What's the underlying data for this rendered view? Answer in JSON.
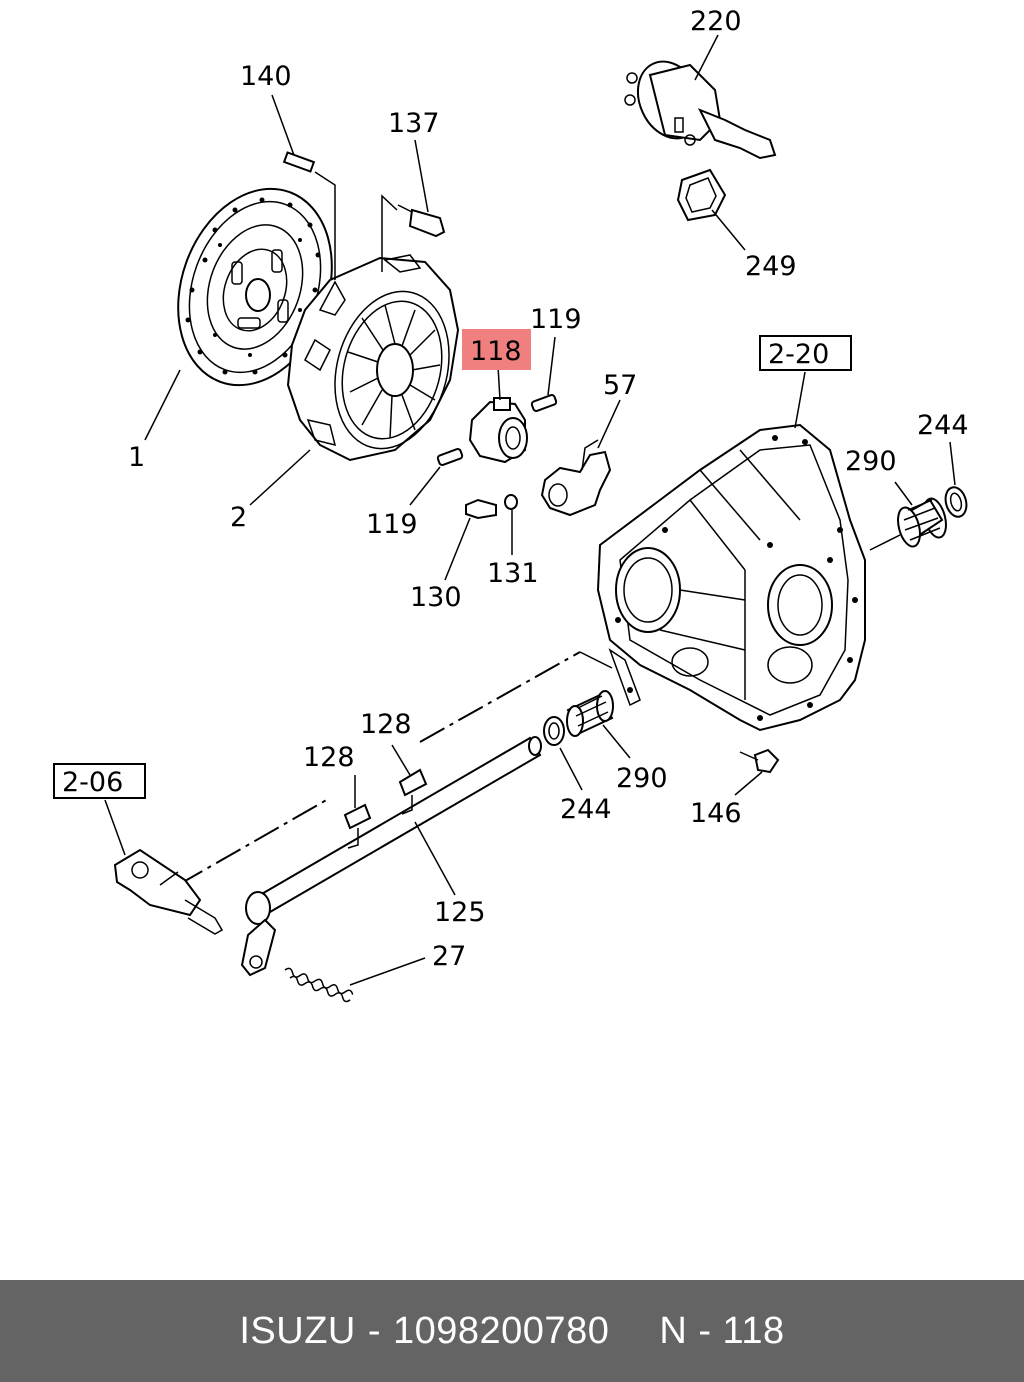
{
  "labels": {
    "l220": "220",
    "l140": "140",
    "l137": "137",
    "l249": "249",
    "l119a": "119",
    "l118": "118",
    "l57": "57",
    "l2_20": "2-20",
    "l244a": "244",
    "l290a": "290",
    "l1": "1",
    "l2": "2",
    "l119b": "119",
    "l130": "130",
    "l131": "131",
    "l128a": "128",
    "l128b": "128",
    "l2_06": "2-06",
    "l290b": "290",
    "l244b": "244",
    "l146": "146",
    "l125": "125",
    "l27": "27"
  },
  "highlight_color": "#f08080",
  "footer": {
    "brand": "ISUZU",
    "sep": "-",
    "part_number": "1098200780",
    "ref": "N - 118"
  }
}
